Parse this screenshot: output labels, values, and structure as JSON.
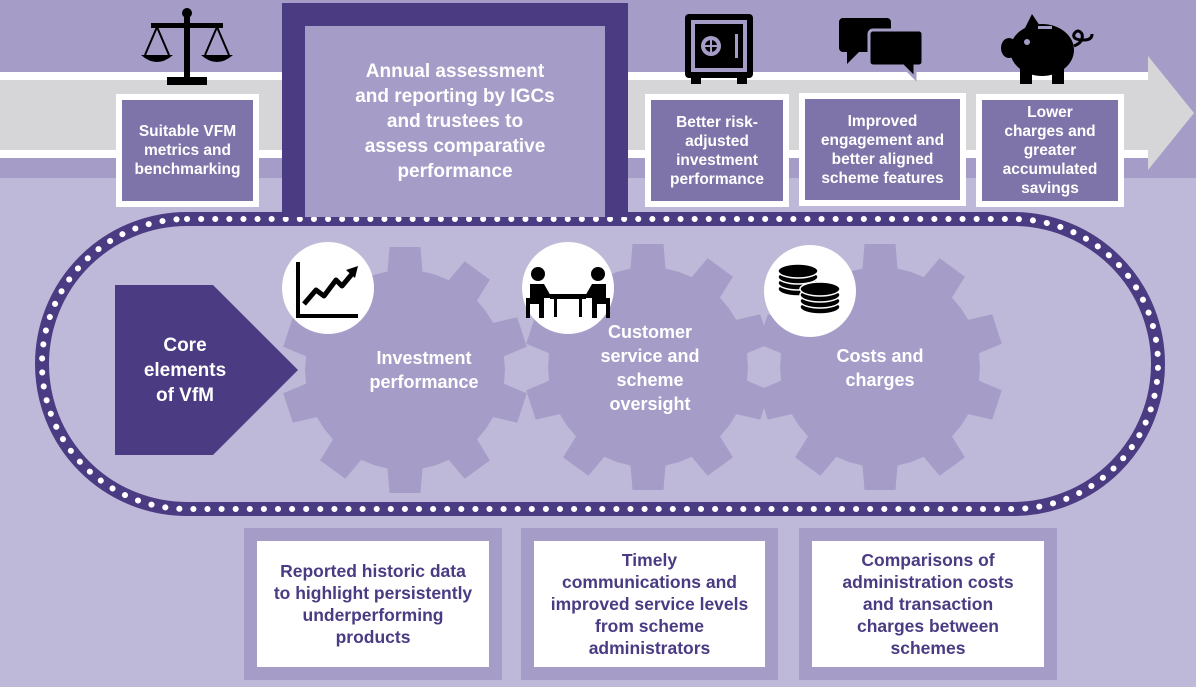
{
  "colors": {
    "background": "#bfb9d9",
    "band": "#a59dc8",
    "arrow": "#d6d6d9",
    "dark_purple": "#4a3b82",
    "box_purple": "#7e74aa",
    "gear": "#a59dc8"
  },
  "outcomes": [
    {
      "text": "Suitable VFM\nmetrics and\nbenchmarking",
      "icon": "scales-icon"
    },
    {
      "text": "Better risk-\nadjusted\ninvestment\nperformance",
      "icon": "safe-icon"
    },
    {
      "text": "Improved\nengagement and\nbetter aligned\nscheme features",
      "icon": "speech-bubbles-icon"
    },
    {
      "text": "Lower\ncharges and\ngreater\naccumulated\nsavings",
      "icon": "piggy-bank-icon"
    }
  ],
  "annual_assessment": "Annual assessment\nand reporting by IGCs\nand trustees to\nassess comparative\nperformance",
  "core_label": "Core\nelements\nof VfM",
  "gears": [
    {
      "label": "Investment\nperformance",
      "icon": "line-chart-icon"
    },
    {
      "label": "Customer\nservice and\nscheme\noversight",
      "icon": "meeting-icon"
    },
    {
      "label": "Costs and\ncharges",
      "icon": "coins-icon"
    }
  ],
  "details": [
    "Reported historic data\nto highlight persistently\nunderperforming\nproducts",
    "Timely\ncommunications and\nimproved service levels\nfrom scheme\nadministrators",
    "Comparisons of\nadministration costs\nand transaction\ncharges between\nschemes"
  ]
}
